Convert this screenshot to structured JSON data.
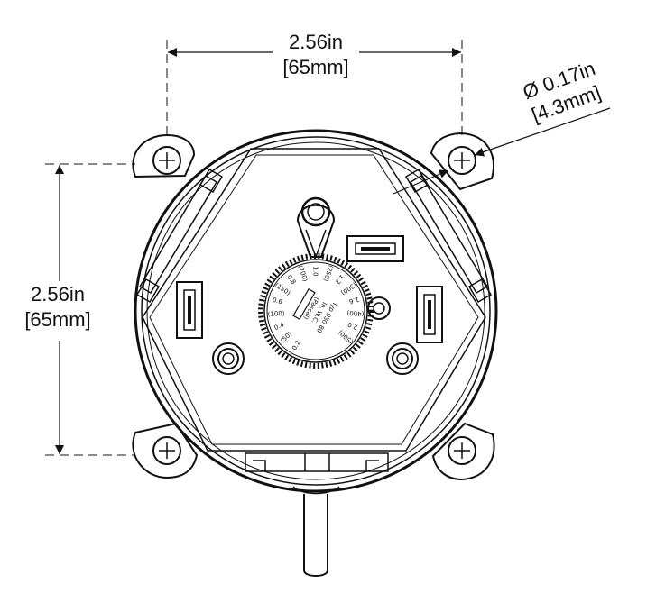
{
  "dimensions": {
    "width_in": "2.56in",
    "width_mm": "[65mm]",
    "height_in": "2.56in",
    "height_mm": "[65mm]",
    "hole_in": "Ø 0.17in",
    "hole_mm": "[4.3mm]"
  },
  "dial": {
    "model": "Typ 930.80",
    "unit_in": "In. W.C.",
    "unit_pa": "(Pascal)",
    "scale_marks": [
      "0.2",
      "(50)",
      "0.4",
      "(100)",
      "0.6",
      "(150)",
      "0.8",
      "(200)",
      "1.0",
      "(250)",
      "1.2",
      "(300)",
      "1.6",
      "(400)",
      "2.0",
      "(500)"
    ]
  },
  "colors": {
    "line": "#111111",
    "background": "#ffffff"
  }
}
